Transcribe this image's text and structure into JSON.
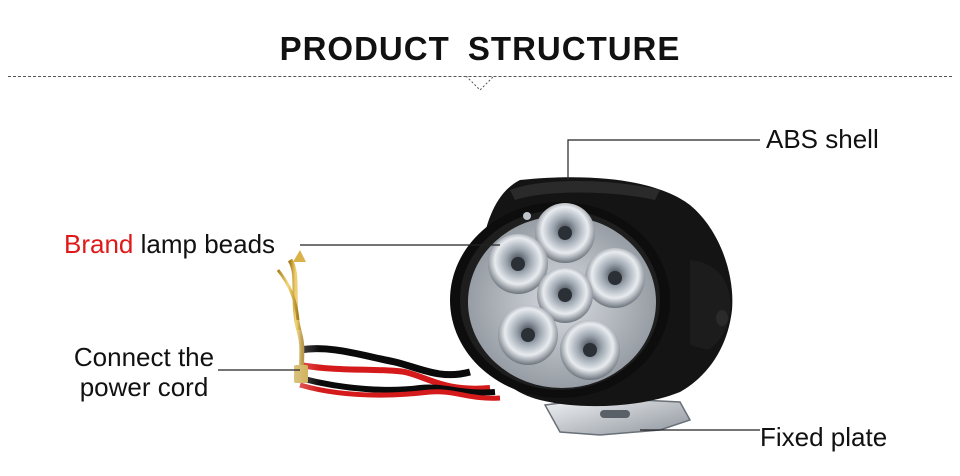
{
  "header": {
    "title": "PRODUCT  STRUCTURE"
  },
  "callouts": {
    "abs_shell": "ABS shell",
    "lamp_beads_accent": "Brand",
    "lamp_beads_rest": " lamp beads",
    "power_cord_line1": "Connect the",
    "power_cord_line2": "power cord",
    "fixed_plate": "Fixed plate"
  },
  "colors": {
    "accent": "#e01818",
    "text": "#111111",
    "housing": "#141414",
    "wire_red": "#d41a1a",
    "wire_black": "#0a0a0a"
  },
  "icons": {
    "product": "led-spotlight-image"
  }
}
